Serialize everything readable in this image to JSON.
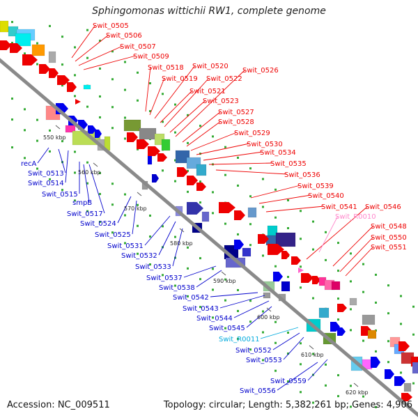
{
  "title": "Sphingomonas wittichii RW1, complete genome",
  "accession": "Accession: NC_009511",
  "topology": "Topology: circular; Length: 5,382,261 bp; Genes: 4,906",
  "colors": {
    "forward_label": "#ee0000",
    "reverse_label": "#0000cc",
    "rrna_label": "#ff88cc",
    "trna_label": "#00aadd",
    "backbone": "#888888"
  },
  "ticks": [
    "550 kbp",
    "560 kbp",
    "570 kbp",
    "580 kbp",
    "590 kbp",
    "600 kbp",
    "610 kbp",
    "620 kbp"
  ],
  "labels": [
    {
      "text": "Swit_0505",
      "kind": "forward"
    },
    {
      "text": "Swit_0506",
      "kind": "forward"
    },
    {
      "text": "Swit_0507",
      "kind": "forward"
    },
    {
      "text": "Swit_0509",
      "kind": "forward"
    },
    {
      "text": "Swit_0518",
      "kind": "forward"
    },
    {
      "text": "Swit_0519",
      "kind": "forward"
    },
    {
      "text": "Swit_0520",
      "kind": "forward"
    },
    {
      "text": "Swit_0521",
      "kind": "forward"
    },
    {
      "text": "Swit_0522",
      "kind": "forward"
    },
    {
      "text": "Swit_0523",
      "kind": "forward"
    },
    {
      "text": "Swit_0526",
      "kind": "forward"
    },
    {
      "text": "Swit_0527",
      "kind": "forward"
    },
    {
      "text": "Swit_0528",
      "kind": "forward"
    },
    {
      "text": "Swit_0529",
      "kind": "forward"
    },
    {
      "text": "Swit_0530",
      "kind": "forward"
    },
    {
      "text": "Swit_0534",
      "kind": "forward"
    },
    {
      "text": "Swit_0535",
      "kind": "forward"
    },
    {
      "text": "Swit_0536",
      "kind": "forward"
    },
    {
      "text": "Swit_0539",
      "kind": "forward"
    },
    {
      "text": "Swit_0540",
      "kind": "forward"
    },
    {
      "text": "Swit_0541",
      "kind": "forward"
    },
    {
      "text": "Swit_0546",
      "kind": "forward"
    },
    {
      "text": "Swit_R0010",
      "kind": "rrna"
    },
    {
      "text": "Swit_0548",
      "kind": "forward"
    },
    {
      "text": "Swit_0550",
      "kind": "forward"
    },
    {
      "text": "Swit_0551",
      "kind": "forward"
    },
    {
      "text": "recA",
      "kind": "reverse"
    },
    {
      "text": "Swit_0513",
      "kind": "reverse"
    },
    {
      "text": "Swit_0514",
      "kind": "reverse"
    },
    {
      "text": "Swit_0515",
      "kind": "reverse"
    },
    {
      "text": "smpB",
      "kind": "reverse"
    },
    {
      "text": "Swit_0517",
      "kind": "reverse"
    },
    {
      "text": "Swit_0524",
      "kind": "reverse"
    },
    {
      "text": "Swit_0525",
      "kind": "reverse"
    },
    {
      "text": "Swit_0531",
      "kind": "reverse"
    },
    {
      "text": "Swit_0532",
      "kind": "reverse"
    },
    {
      "text": "Swit_0533",
      "kind": "reverse"
    },
    {
      "text": "Swit_0537",
      "kind": "reverse"
    },
    {
      "text": "Swit_0538",
      "kind": "reverse"
    },
    {
      "text": "Swit_0542",
      "kind": "reverse"
    },
    {
      "text": "Swit_0543",
      "kind": "reverse"
    },
    {
      "text": "Swit_0544",
      "kind": "reverse"
    },
    {
      "text": "Swit_0545",
      "kind": "reverse"
    },
    {
      "text": "Swit_R0011",
      "kind": "trna"
    },
    {
      "text": "Swit_0552",
      "kind": "reverse"
    },
    {
      "text": "Swit_0553",
      "kind": "reverse"
    },
    {
      "text": "Swit_0559",
      "kind": "reverse"
    },
    {
      "text": "Swit_0556",
      "kind": "reverse"
    }
  ]
}
